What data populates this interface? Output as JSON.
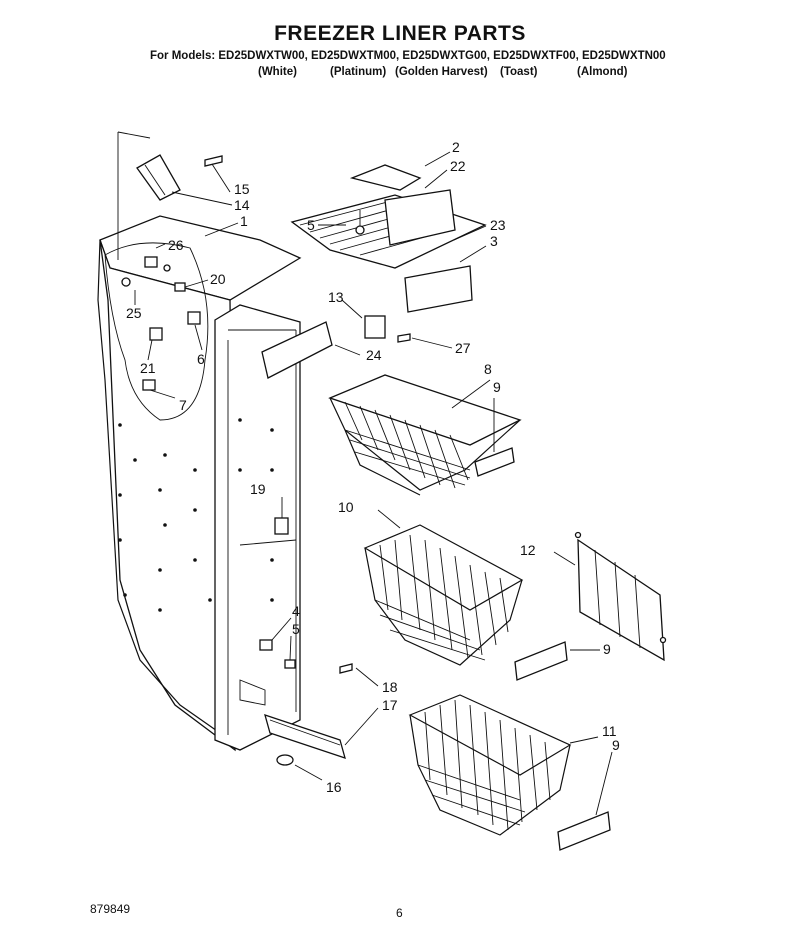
{
  "header": {
    "title": "FREEZER LINER PARTS",
    "for_models_label": "For Models:",
    "models": "ED25DWXTW00, ED25DWXTM00, ED25DWXTG00, ED25DWXTF00, ED25DWXTN00",
    "colors": [
      "(White)",
      "(Platinum)",
      "(Golden Harvest)",
      "(Toast)",
      "(Almond)"
    ]
  },
  "callouts": [
    "1",
    "2",
    "3",
    "4",
    "5",
    "5",
    "6",
    "7",
    "8",
    "9",
    "9",
    "9",
    "10",
    "11",
    "12",
    "13",
    "14",
    "15",
    "16",
    "17",
    "18",
    "19",
    "20",
    "21",
    "22",
    "23",
    "24",
    "25",
    "26",
    "27"
  ],
  "footer": {
    "part_number": "879849",
    "page_number": "6"
  }
}
